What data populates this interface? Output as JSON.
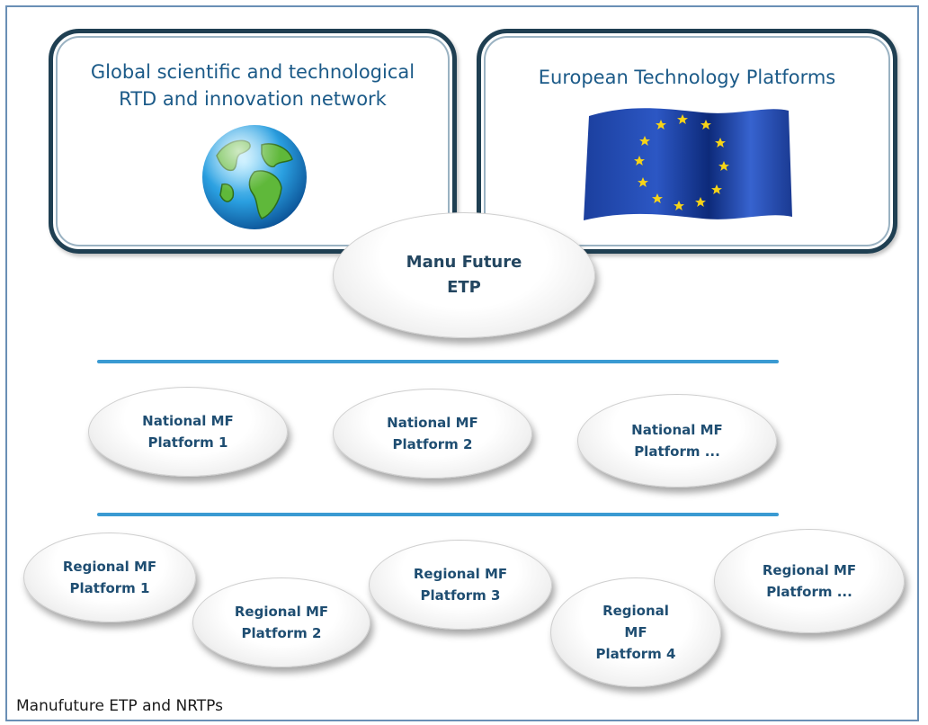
{
  "boxes": {
    "global": {
      "line1": "Global scientific and technological",
      "line2": "RTD and innovation network",
      "icon": "globe-icon"
    },
    "etp": {
      "title": "European Technology Platforms",
      "icon": "eu-flag-icon"
    }
  },
  "center": {
    "label": "Manu Future\nETP"
  },
  "national": [
    {
      "label": "National MF\nPlatform 1"
    },
    {
      "label": "National MF\nPlatform 2"
    },
    {
      "label": "National MF\nPlatform ..."
    }
  ],
  "regional": [
    {
      "label": "Regional MF\nPlatform 1"
    },
    {
      "label": "Regional MF\nPlatform 2"
    },
    {
      "label": "Regional MF\nPlatform 3"
    },
    {
      "label": "Regional\nMF\nPlatform 4"
    },
    {
      "label": "Regional MF\nPlatform ..."
    }
  ],
  "caption": "Manufuture ETP and NRTPs",
  "colors": {
    "text_blue": "#1b5a88",
    "rule_blue": "#3a9ad2",
    "box_border": "#1f3f52"
  }
}
